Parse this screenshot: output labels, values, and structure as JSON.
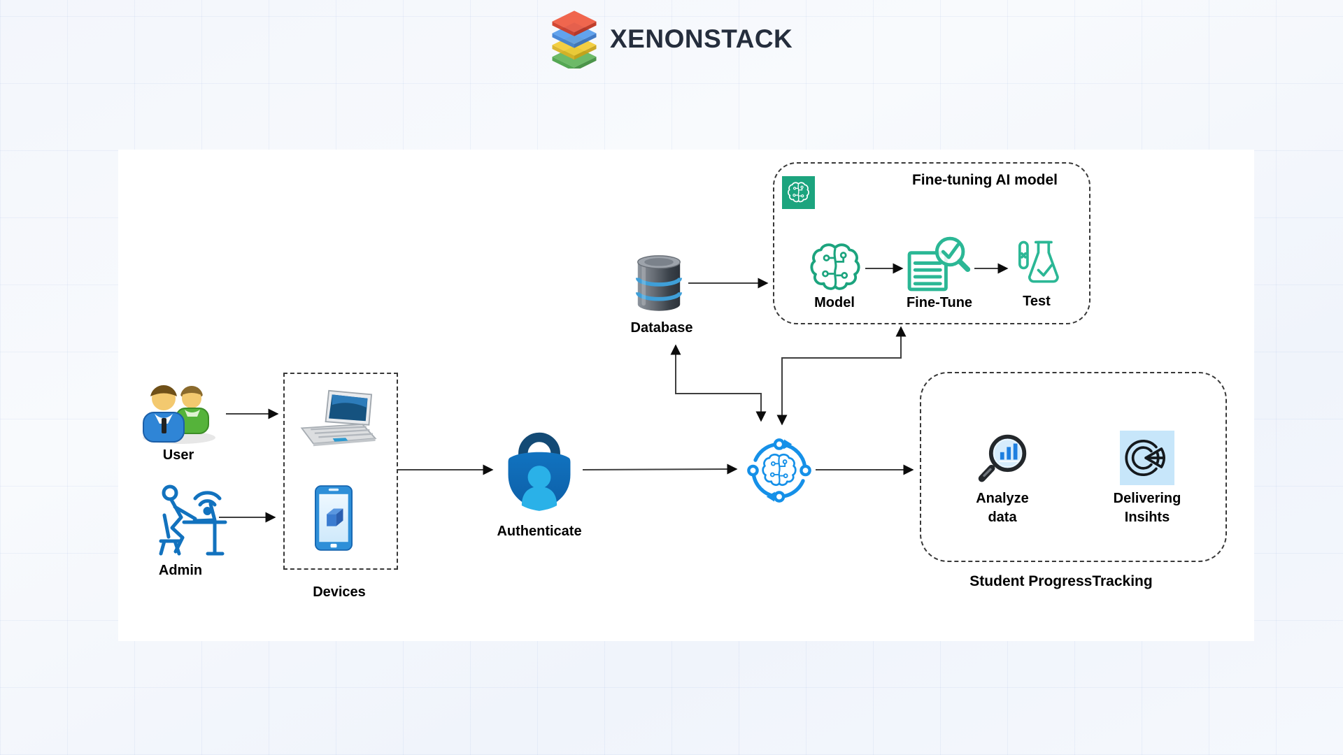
{
  "brand": {
    "name": "XENONSTACK",
    "logo_icon": "layer-stack-icon"
  },
  "nodes": {
    "user": {
      "label": "User",
      "icon": "two-users-icon"
    },
    "admin": {
      "label": "Admin",
      "icon": "admin-at-desk-icon"
    },
    "devices": {
      "label": "Devices",
      "icons": [
        "laptop-icon",
        "smartphone-cube-icon"
      ]
    },
    "authenticate": {
      "label": "Authenticate",
      "icon": "lock-user-icon"
    },
    "database": {
      "label": "Database",
      "icon": "database-cylinder-icon"
    },
    "ai_processing": {
      "icon": "brain-cycle-icon"
    }
  },
  "groups": {
    "fine_tuning": {
      "title": "Fine-tuning AI model",
      "badge_icon": "brain-circuit-badge-icon",
      "steps": {
        "model": {
          "label": "Model",
          "icon": "brain-circuit-icon"
        },
        "fine_tune": {
          "label": "Fine-Tune",
          "icon": "document-magnifier-check-icon"
        },
        "test": {
          "label": "Test",
          "icon": "test-flask-check-icon"
        }
      }
    },
    "progress": {
      "title": "Student ProgressTracking",
      "items": {
        "analyze": {
          "label_line1": "Analyze",
          "label_line2": "data",
          "icon": "magnifier-bar-chart-icon"
        },
        "insights": {
          "label_line1": "Delivering",
          "label_line2": "Insihts",
          "icon": "pie-gauge-icon"
        }
      }
    }
  },
  "colors": {
    "teal": "#1CA47E",
    "teal_light": "#2BB795",
    "blue_accent": "#1590E8",
    "arrow": "#3F3F3F",
    "arrowhead": "#0C0C0C",
    "label": "#000000",
    "logo_text": "#252E3D",
    "logo_red": "#EF5A41",
    "logo_blue": "#569CEC",
    "logo_yellow": "#F2CB35",
    "logo_green": "#62B55C",
    "canvas": "#FFFFFF",
    "background": "#F3F7FC"
  }
}
